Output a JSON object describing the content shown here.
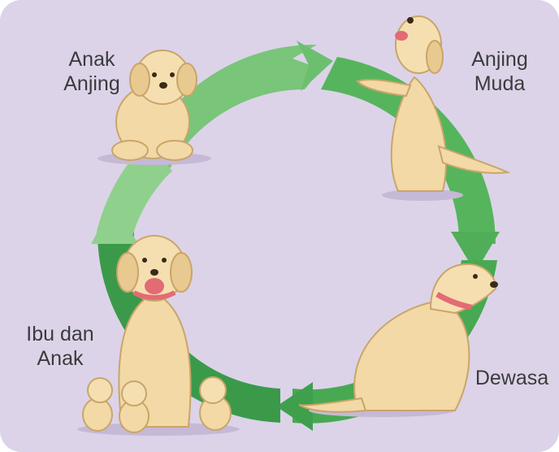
{
  "diagram": {
    "stages": [
      {
        "id": "puppy",
        "label_line1": "Anak",
        "label_line2": "Anjing"
      },
      {
        "id": "young",
        "label_line1": "Anjing",
        "label_line2": "Muda"
      },
      {
        "id": "adult",
        "label_line1": "Dewasa"
      },
      {
        "id": "mother",
        "label_line1": "Ibu dan",
        "label_line2": "Anak"
      }
    ],
    "colors": {
      "background": "#dcd3e9",
      "arrow_light": "#7cc77c",
      "arrow_mid": "#52b25a",
      "arrow_dark": "#3a9a4a",
      "dog_fur": "#f2d9a6",
      "dog_outline": "#c9a56a",
      "collar": "#e36b74"
    }
  }
}
